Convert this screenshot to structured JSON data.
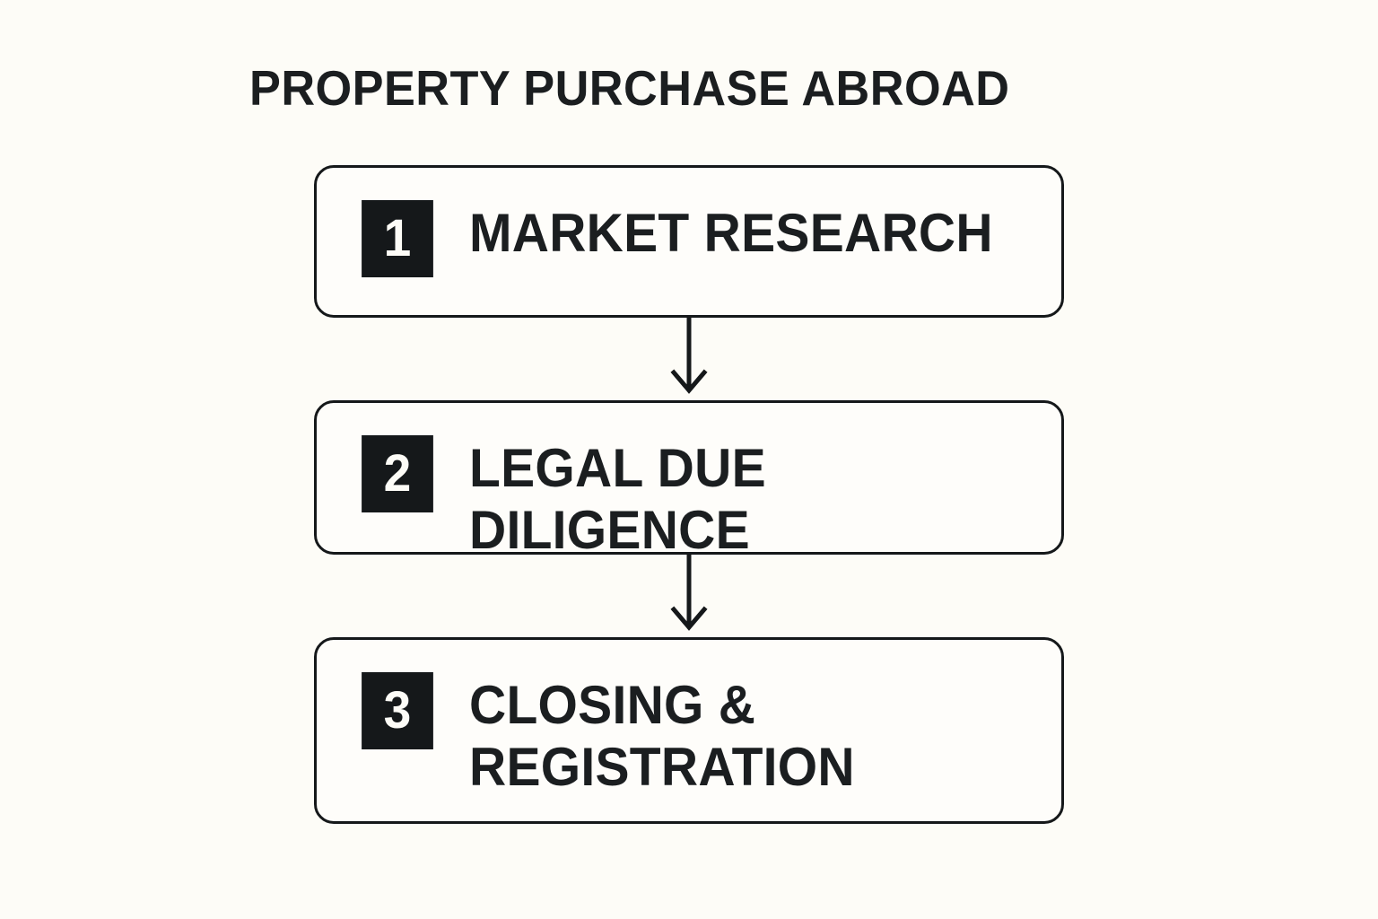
{
  "page": {
    "background_color": "#fdfcf7",
    "ink_color": "#15181a"
  },
  "title": "PROPERTY PURCHASE ABROAD",
  "diagram": {
    "type": "vertical-flowchart",
    "connector_icon": "down-arrow-icon",
    "steps": [
      {
        "number": "1",
        "label": "MARKET RESEARCH"
      },
      {
        "number": "2",
        "label": "LEGAL DUE DILIGENCE"
      },
      {
        "number": "3",
        "label": "CLOSING &\nREGISTRATION"
      }
    ]
  }
}
